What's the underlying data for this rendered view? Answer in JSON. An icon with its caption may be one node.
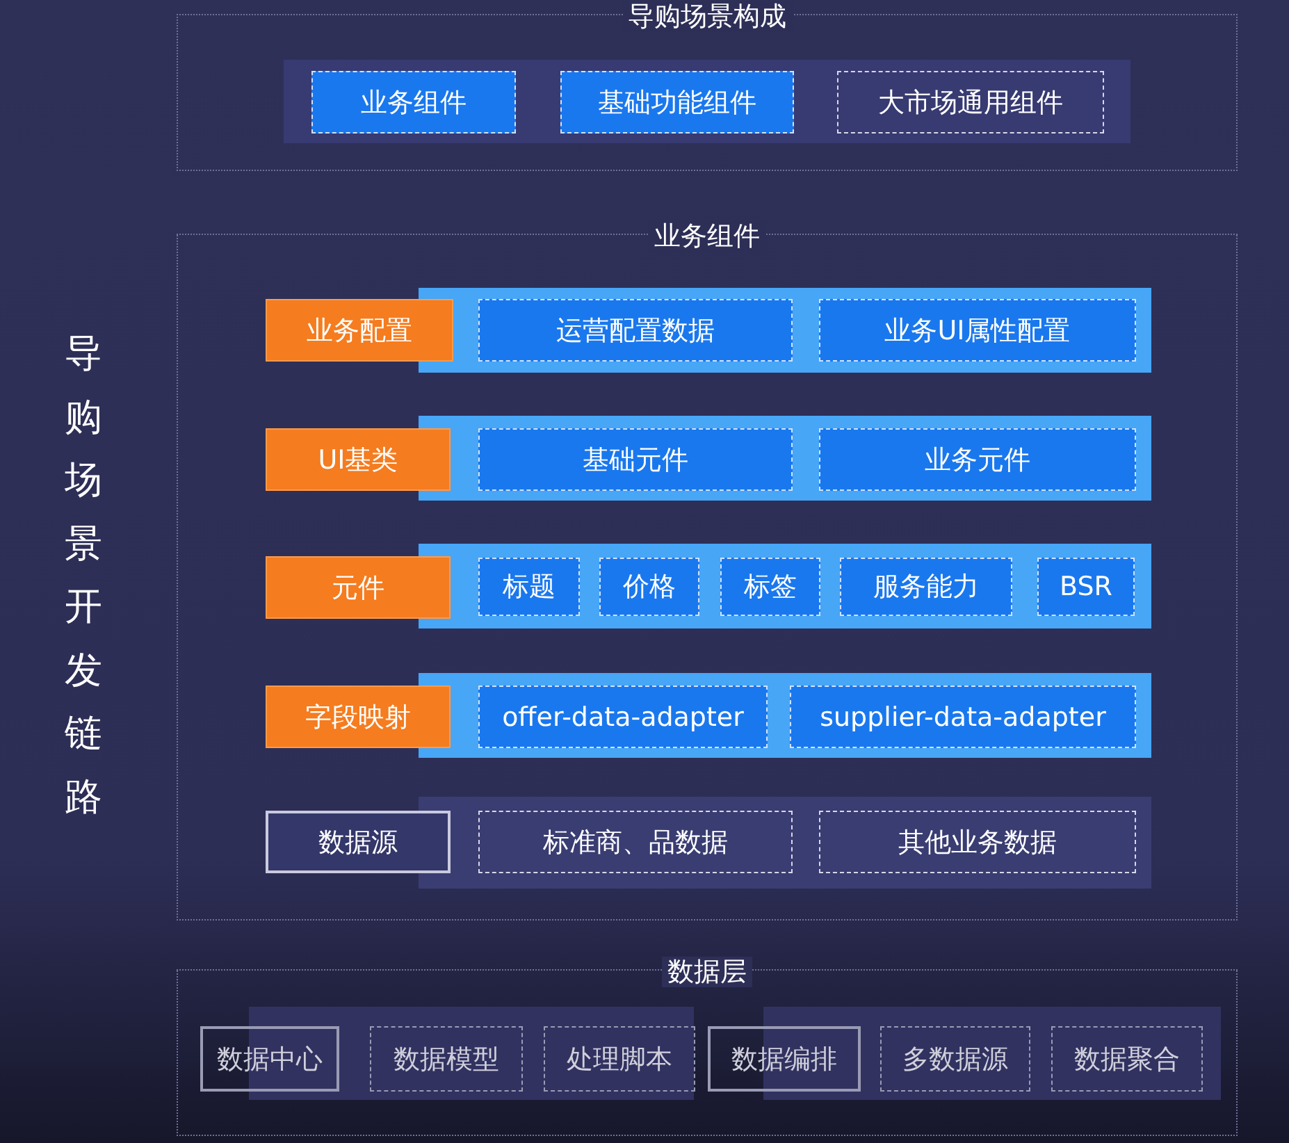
{
  "diagram": {
    "nodes": [
      {
        "text": [
          "导购场景构成"
        ]
      },
      {
        "text": [
          "业务组件"
        ],
        "in": 0
      },
      {
        "text": [
          "基础功能组件"
        ],
        "in": 0
      },
      {
        "text": [
          "大市场通用组件"
        ],
        "in": 0
      },
      {
        "text": [
          "业务组件"
        ]
      },
      {
        "text": [
          "业务配置"
        ],
        "in": 4
      },
      {
        "text": [
          "运营配置数据"
        ],
        "in": 4
      },
      {
        "text": [
          "业务UI属性配置"
        ],
        "in": 4
      },
      {
        "text": [
          "UI基类"
        ],
        "in": 4
      },
      {
        "text": [
          "基础元件"
        ],
        "in": 4
      },
      {
        "text": [
          "业务元件"
        ],
        "in": 4
      },
      {
        "text": [
          "元件"
        ],
        "in": 4
      },
      {
        "text": [
          "标题"
        ],
        "in": 4
      },
      {
        "text": [
          "价格"
        ],
        "in": 4
      },
      {
        "text": [
          "标签"
        ],
        "in": 4
      },
      {
        "text": [
          "服务能力"
        ],
        "in": 4
      },
      {
        "text": [
          "BSR"
        ],
        "in": 4
      },
      {
        "text": [
          "字段映射"
        ],
        "in": 4
      },
      {
        "text": [
          "offer-data-adapter"
        ],
        "in": 4
      },
      {
        "text": [
          "supplier-data-adapter"
        ],
        "in": 4
      },
      {
        "text": [
          "数据源"
        ],
        "in": 4
      },
      {
        "text": [
          "标准商、品数据"
        ],
        "in": 4
      },
      {
        "text": [
          "其他业务数据"
        ],
        "in": 4
      },
      {
        "text": [
          "数据层"
        ]
      },
      {
        "text": [
          "数据中心"
        ],
        "in": 23
      },
      {
        "text": [
          "数据模型"
        ],
        "in": 23
      },
      {
        "text": [
          "处理脚本"
        ],
        "in": 23
      },
      {
        "text": [
          "数据编排"
        ],
        "in": 23
      },
      {
        "text": [
          "多数据源"
        ],
        "in": 23
      },
      {
        "text": [
          "数据聚合"
        ],
        "in": 23
      }
    ],
    "labels": [
      "导购场景开发链路"
    ]
  }
}
